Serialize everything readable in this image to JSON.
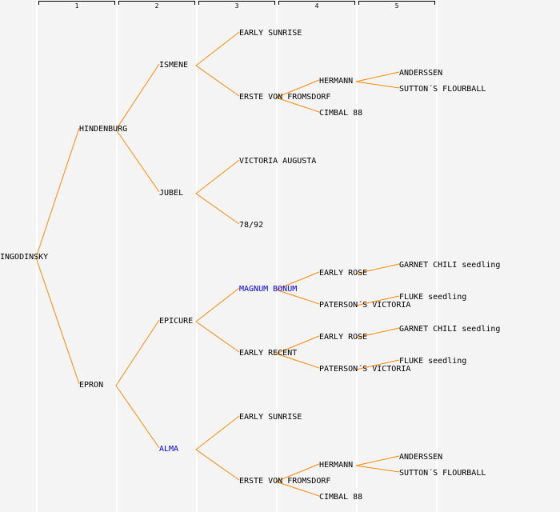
{
  "generation_headers": [
    "1",
    "2",
    "3",
    "4",
    "5"
  ],
  "colors": {
    "line": "#ff8800",
    "default_text": "#000000",
    "highlight_text": "#0000ff",
    "background": "#f4f4f4"
  },
  "tree": {
    "name": "INGODINSKY",
    "parents": [
      {
        "name": "HINDENBURG",
        "parents": [
          {
            "name": "ISMENE",
            "parents": [
              {
                "name": "EARLY SUNRISE"
              },
              {
                "name": "ERSTE VON FROMSDORF",
                "parents": [
                  {
                    "name": "HERMANN",
                    "parents": [
                      {
                        "name": "ANDERSSEN"
                      },
                      {
                        "name": "SUTTON´S FLOURBALL"
                      }
                    ]
                  },
                  {
                    "name": "CIMBAL 88"
                  }
                ]
              }
            ]
          },
          {
            "name": "JUBEL",
            "parents": [
              {
                "name": "VICTORIA AUGUSTA"
              },
              {
                "name": "78/92"
              }
            ]
          }
        ]
      },
      {
        "name": "EPRON",
        "parents": [
          {
            "name": "EPICURE",
            "parents": [
              {
                "name": "MAGNUM BONUM",
                "highlight": true,
                "parents": [
                  {
                    "name": "EARLY ROSE",
                    "parents": [
                      {
                        "name": "GARNET CHILI seedling"
                      },
                      null
                    ]
                  },
                  {
                    "name": "PATERSON´S VICTORIA",
                    "parents": [
                      {
                        "name": "FLUKE seedling"
                      },
                      null
                    ]
                  }
                ]
              },
              {
                "name": "EARLY RECENT",
                "parents": [
                  {
                    "name": "EARLY ROSE",
                    "parents": [
                      {
                        "name": "GARNET CHILI seedling"
                      },
                      null
                    ]
                  },
                  {
                    "name": "PATERSON´S VICTORIA",
                    "parents": [
                      {
                        "name": "FLUKE seedling"
                      },
                      null
                    ]
                  }
                ]
              }
            ]
          },
          {
            "name": "ALMA",
            "highlight": true,
            "parents": [
              {
                "name": "EARLY SUNRISE"
              },
              {
                "name": "ERSTE VON FROMSDORF",
                "parents": [
                  {
                    "name": "HERMANN",
                    "parents": [
                      {
                        "name": "ANDERSSEN"
                      },
                      {
                        "name": "SUTTON´S FLOURBALL"
                      }
                    ]
                  },
                  {
                    "name": "CIMBAL 88"
                  }
                ]
              }
            ]
          }
        ]
      }
    ]
  }
}
